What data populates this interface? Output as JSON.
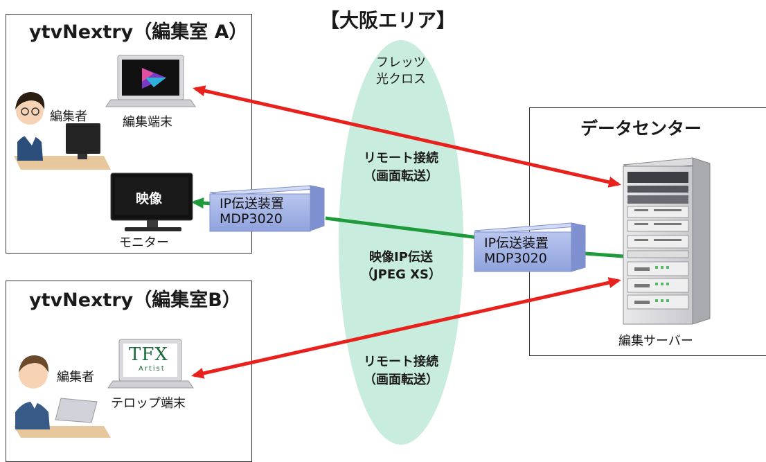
{
  "area_title": "【大阪エリア】",
  "network": {
    "name_line1": "フレッツ",
    "name_line2": "光クロス"
  },
  "room_a": {
    "title": "ytvNextry（編集室 A）",
    "editor_label": "編集者",
    "terminal_label": "編集端末",
    "monitor_label": "モニター",
    "monitor_screen_text": "映像",
    "ip_device_line1": "IP伝送装置",
    "ip_device_line2": "MDP3020"
  },
  "room_b": {
    "title": "ytvNextry（編集室B）",
    "editor_label": "編集者",
    "terminal_label": "テロップ端末",
    "logo_main": "TFX",
    "logo_sub": "Artist"
  },
  "datacenter": {
    "title": "データセンター",
    "server_label": "編集サーバー",
    "ip_device_line1": "IP伝送装置",
    "ip_device_line2": "MDP3020"
  },
  "links": {
    "remote_a_line1": "リモート接続",
    "remote_a_line2": "（画面転送）",
    "video_line1": "映像IP伝送",
    "video_line2": "（JPEG XS）",
    "remote_b_line1": "リモート接続",
    "remote_b_line2": "（画面転送）"
  },
  "colors": {
    "remote_link": "#e8211d",
    "video_link": "#1e9a3a",
    "network_ellipse": "#c8ecde",
    "ip_device": "#a9b8e6"
  }
}
